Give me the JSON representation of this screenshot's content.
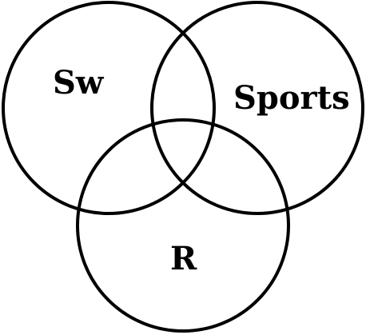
{
  "diagram": {
    "sets": [
      {
        "id": "sw",
        "label": "Sw"
      },
      {
        "id": "sports",
        "label": "Sports"
      },
      {
        "id": "r",
        "label": "R"
      }
    ],
    "colors": {
      "stroke": "#000000",
      "text": "#000000",
      "background": "#ffffff"
    }
  }
}
